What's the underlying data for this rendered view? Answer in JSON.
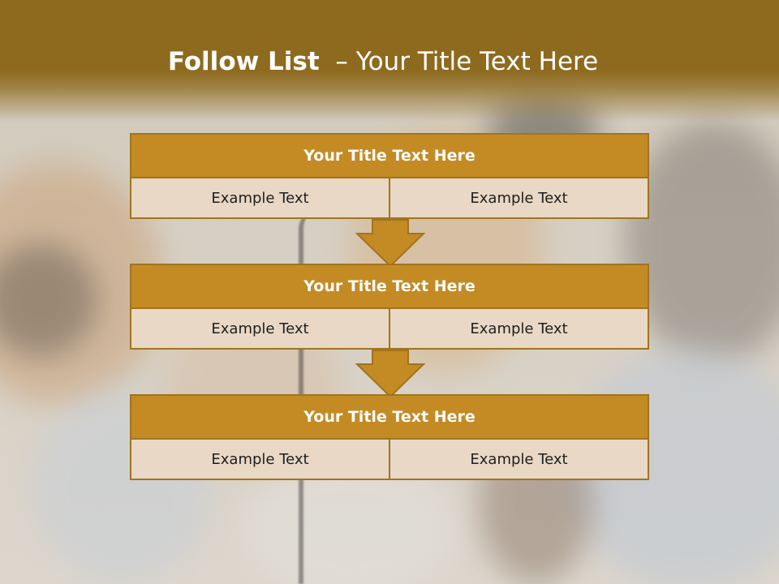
{
  "slide": {
    "title_bold": "Follow List",
    "title_rest": "  – Your Title Text Here"
  },
  "blocks": [
    {
      "title": "Your Title Text Here",
      "left": "Example Text",
      "right": "Example Text"
    },
    {
      "title": "Your Title Text Here",
      "left": "Example Text",
      "right": "Example Text"
    },
    {
      "title": "Your Title Text Here",
      "left": "Example Text",
      "right": "Example Text"
    }
  ],
  "colors": {
    "header": "#8e6a1e",
    "block_title": "#c48a24",
    "cell": "#e8d8c5",
    "border": "#a1741e"
  }
}
